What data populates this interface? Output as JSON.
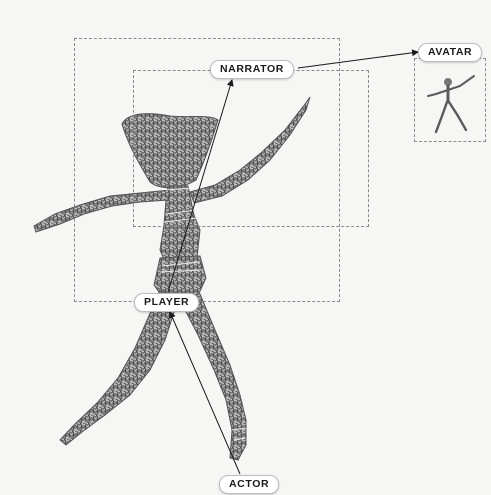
{
  "labels": {
    "narrator": "NARRATOR",
    "avatar": "AVATAR",
    "player": "PLAYER",
    "actor": "ACTOR"
  },
  "colors": {
    "background": "#f6f6f4",
    "dashed_box": "#8a8a8a",
    "figure_dark": "#4d4d4d",
    "figure_light": "#a8a8a8",
    "arrow": "#1a1a1a"
  }
}
